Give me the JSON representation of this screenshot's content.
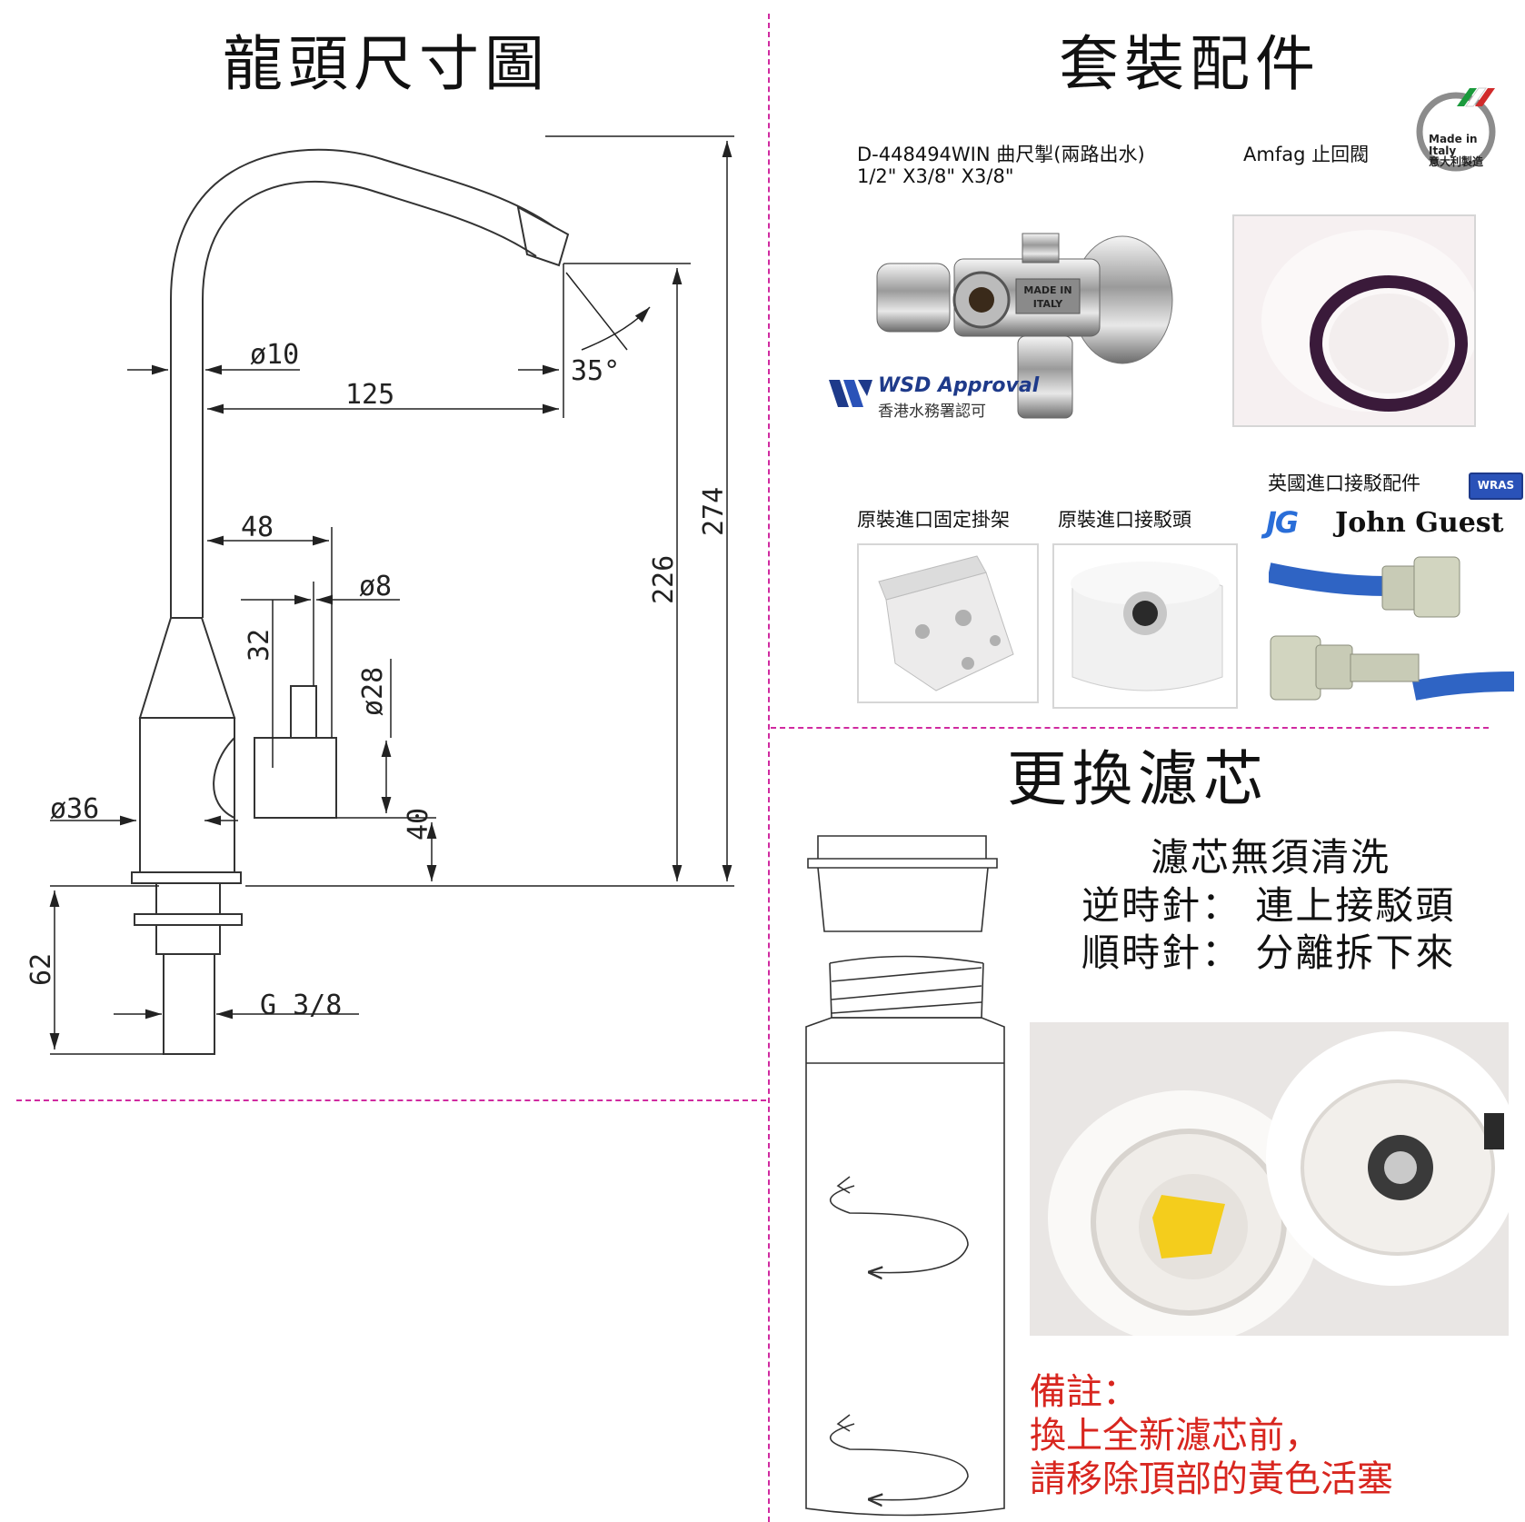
{
  "sections": {
    "faucet_title": "龍頭尺寸圖",
    "kit_title": "套裝配件",
    "replace_title": "更換濾芯"
  },
  "faucet_dims": {
    "d10": "ø10",
    "d125": "125",
    "angle": "35°",
    "d274": "274",
    "d226": "226",
    "d48": "48",
    "d8": "ø8",
    "d32": "32",
    "d28": "ø28",
    "d36": "ø36",
    "d40": "40",
    "d62": "62",
    "thread": "G 3/8"
  },
  "kit": {
    "valve_line1": "D-448494WIN 曲尺掣(兩路出水)",
    "valve_line2": "1/2\"  X3/8\"  X3/8\"",
    "check_valve": "Amfag 止回閥",
    "italy_badge": [
      "Made in",
      "Italy",
      "意大利製造"
    ],
    "valve_stamp": [
      "MADE IN",
      "ITALY"
    ],
    "wsd_title": "WSD Approval",
    "wsd_sub": "香港水務署認可",
    "bracket": "原裝進口固定掛架",
    "connector": "原裝進口接駁頭",
    "uk_fittings": "英國進口接駁配件",
    "wras": "WRAS",
    "john_guest": "John Guest",
    "jg_mark": "JG"
  },
  "instructions": {
    "line1": "濾芯無須清洗",
    "line2": "逆時針：  連上接駁頭",
    "line3": "順時針：  分離拆下來"
  },
  "note": {
    "line1": "備註：",
    "line2": "換上全新濾芯前，",
    "line3": "請移除頂部的黃色活塞"
  },
  "colors": {
    "divider": "#d02aa0",
    "note_red": "#d8261f",
    "hose_blue": "#2f64c4",
    "fitting_grey": "#c8cbb6",
    "plug_yellow": "#f4cd1c"
  }
}
